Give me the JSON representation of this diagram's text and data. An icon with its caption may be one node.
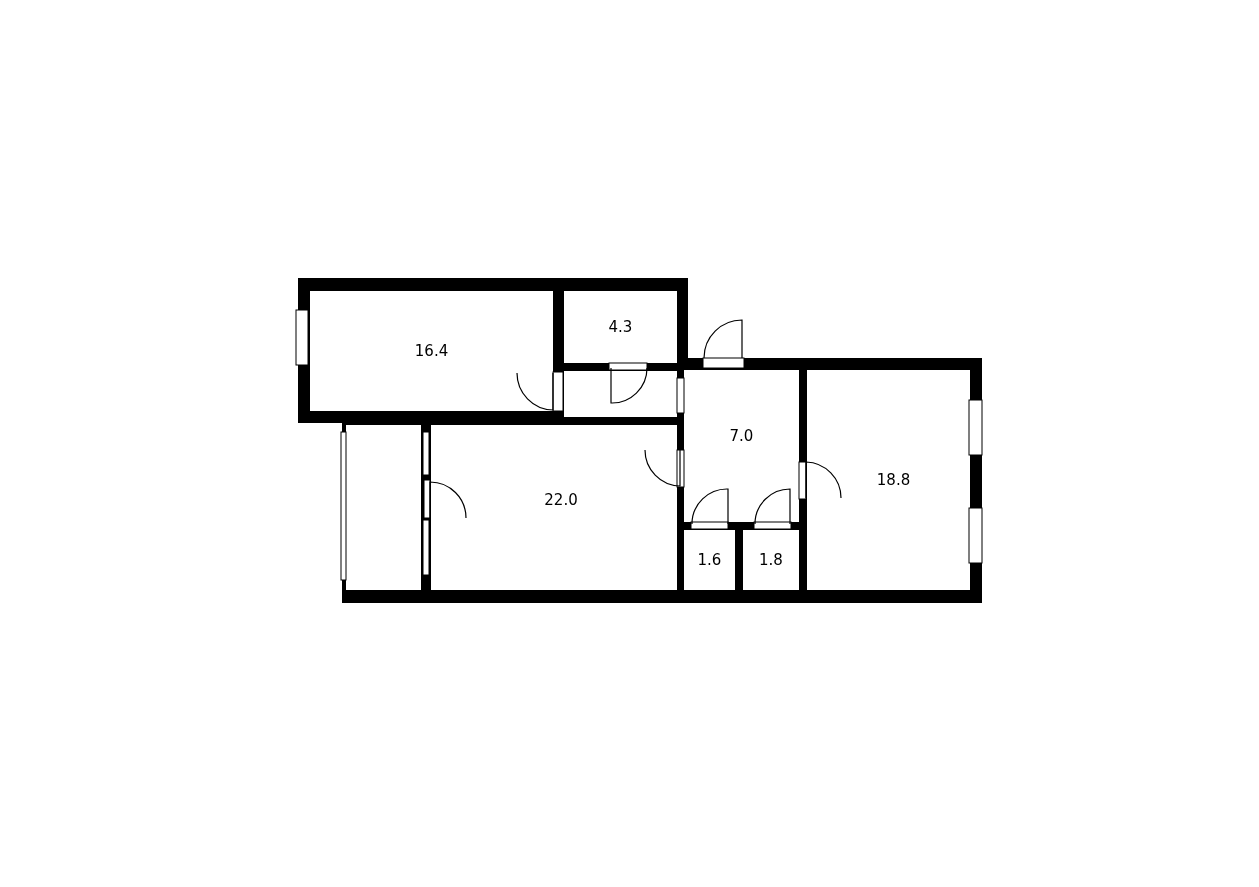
{
  "diagram": {
    "nodes": [
      {
        "text": [
          "16.4"
        ]
      },
      {
        "text": [
          "4.3"
        ]
      },
      {
        "text": [],
        "shape": "box"
      },
      {
        "text": [
          "7.0"
        ]
      },
      {
        "text": [
          "18.8"
        ]
      },
      {
        "text": [],
        "shape": "box"
      },
      {
        "text": [
          "22.0"
        ]
      },
      {
        "text": [
          "1.6"
        ]
      },
      {
        "text": [
          "1.8"
        ]
      }
    ]
  }
}
